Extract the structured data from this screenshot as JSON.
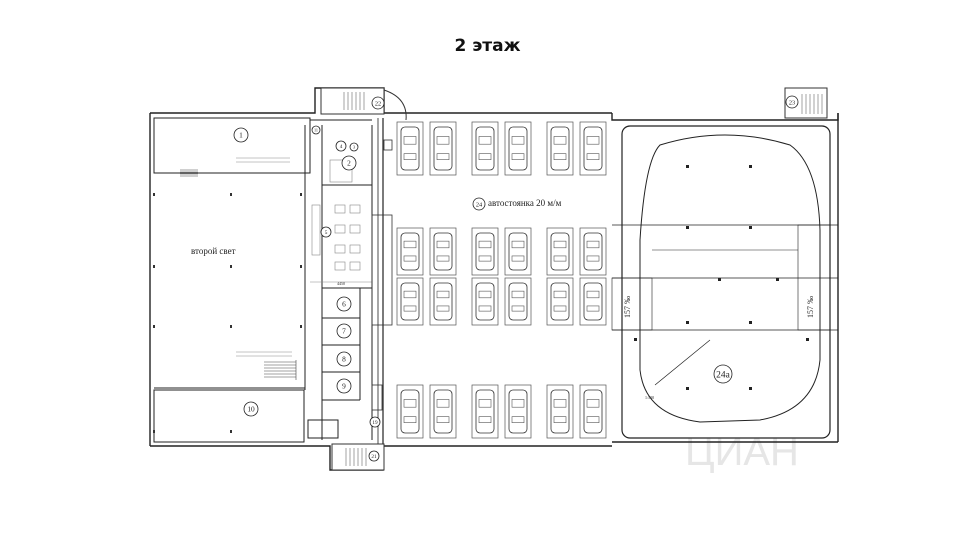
{
  "title": "2 этаж",
  "labels": {
    "parking": "автостоянка 20 м/м",
    "second_light": "второй свет",
    "dim_4450": "4450",
    "ramp_left": "157 ‰",
    "ramp_right": "157 ‰",
    "ramp_small": "1:500"
  },
  "rooms": {
    "r1": "1",
    "r2": "2",
    "r3": "3",
    "r4": "4",
    "r5": "5",
    "r6": "6",
    "r7": "7",
    "r8": "8",
    "r9": "9",
    "r10": "10",
    "r11": "11",
    "r19": "19",
    "r21": "21",
    "r22": "22",
    "r23": "23",
    "r24": "24",
    "r24a": "24а"
  },
  "watermark": "ЦИАН"
}
